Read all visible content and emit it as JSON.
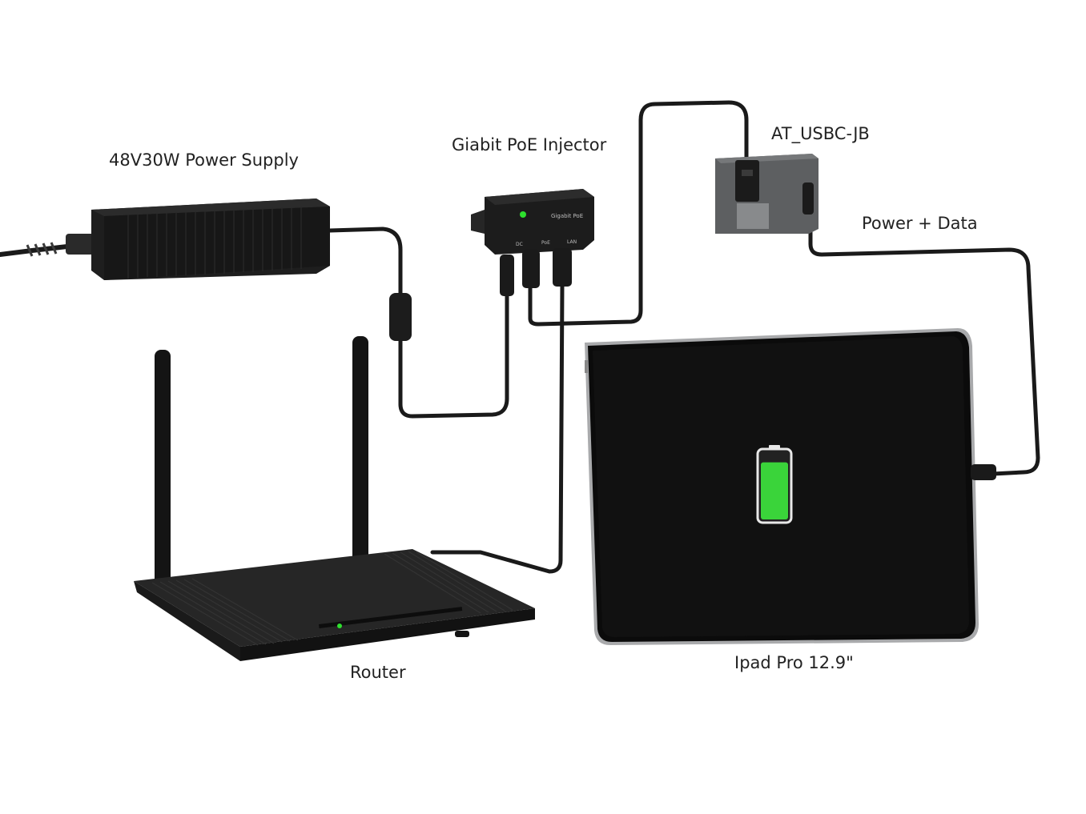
{
  "labels": {
    "power_supply": "48V30W Power Supply",
    "poe_injector": "Giabit PoE Injector",
    "usbc_adapter": "AT_USBC-JB",
    "power_data": "Power + Data",
    "router": "Router",
    "ipad": "Ipad Pro 12.9\""
  },
  "injector_print": {
    "brand": "Gigabit PoE",
    "port_dc": "DC",
    "port_poe": "PoE",
    "port_lan": "LAN"
  },
  "battery": {
    "level": 0.85,
    "fill_color": "#3ad43a"
  },
  "colors": {
    "cable": "#1a1a1a",
    "device_body": "#1f1f1f",
    "adapter_body": "#5d5f61",
    "led_green": "#2ee02e"
  }
}
